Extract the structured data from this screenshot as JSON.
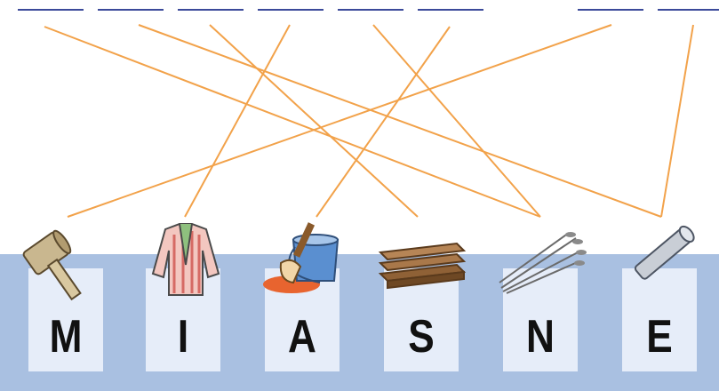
{
  "colors": {
    "line": "#f2a24a",
    "blank": "#3b4a9a",
    "band": "#a9c0e1",
    "card": "#e6edf9"
  },
  "blanks": [
    "",
    "",
    "",
    "",
    "",
    "",
    "",
    ""
  ],
  "tiles": [
    {
      "letter": "M",
      "icon": "mallet-icon"
    },
    {
      "letter": "I",
      "icon": "striped-robe-icon"
    },
    {
      "letter": "A",
      "icon": "paint-bucket-brush-icon"
    },
    {
      "letter": "S",
      "icon": "wooden-planks-icon"
    },
    {
      "letter": "N",
      "icon": "bundle-of-sticks-icon"
    },
    {
      "letter": "E",
      "icon": "horn-tube-icon"
    }
  ],
  "connections": [
    {
      "from_blank": 0,
      "to_tile": 4
    },
    {
      "from_blank": 1,
      "to_tile": 5
    },
    {
      "from_blank": 2,
      "to_tile": 3
    },
    {
      "from_blank": 3,
      "to_tile": 1
    },
    {
      "from_blank": 4,
      "to_tile": 4
    },
    {
      "from_blank": 5,
      "to_tile": 2
    },
    {
      "from_blank": 6,
      "to_tile": 0
    },
    {
      "from_blank": 7,
      "to_tile": 5
    }
  ]
}
